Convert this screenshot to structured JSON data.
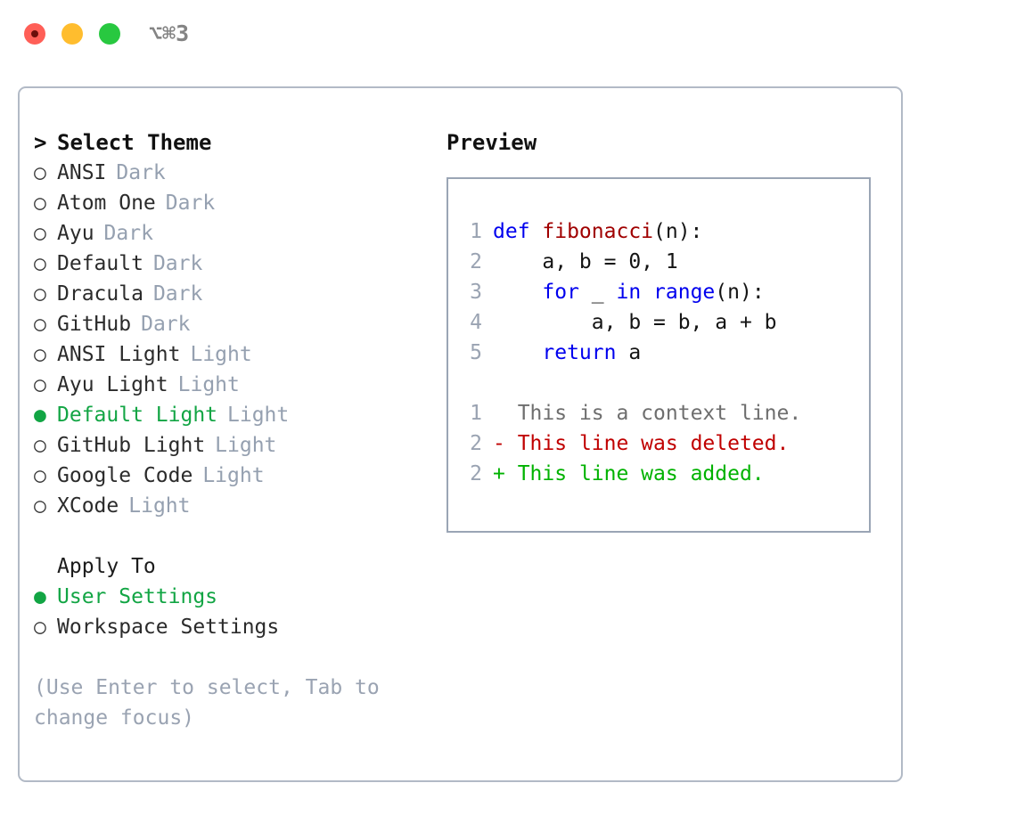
{
  "window": {
    "controls": [
      {
        "name": "close",
        "color": "#ff5f57"
      },
      {
        "name": "minimize",
        "color": "#ffbd2e"
      },
      {
        "name": "zoom",
        "color": "#28c840"
      }
    ],
    "shortcut": "⌥⌘3"
  },
  "theme_picker": {
    "caret": ">",
    "title": "Select Theme",
    "bullet_unselected": "○",
    "bullet_selected": "●",
    "items": [
      {
        "name": "ANSI",
        "variant": "Dark",
        "selected": false
      },
      {
        "name": "Atom One",
        "variant": "Dark",
        "selected": false
      },
      {
        "name": "Ayu",
        "variant": "Dark",
        "selected": false
      },
      {
        "name": "Default",
        "variant": "Dark",
        "selected": false
      },
      {
        "name": "Dracula",
        "variant": "Dark",
        "selected": false
      },
      {
        "name": "GitHub",
        "variant": "Dark",
        "selected": false
      },
      {
        "name": "ANSI Light",
        "variant": "Light",
        "selected": false
      },
      {
        "name": "Ayu Light",
        "variant": "Light",
        "selected": false
      },
      {
        "name": "Default Light",
        "variant": "Light",
        "selected": true
      },
      {
        "name": "GitHub Light",
        "variant": "Light",
        "selected": false
      },
      {
        "name": "Google Code",
        "variant": "Light",
        "selected": false
      },
      {
        "name": "XCode",
        "variant": "Light",
        "selected": false
      }
    ]
  },
  "apply_to": {
    "label": "Apply To",
    "items": [
      {
        "name": "User Settings",
        "selected": true
      },
      {
        "name": "Workspace Settings",
        "selected": false
      }
    ]
  },
  "hint": "(Use Enter to select, Tab to change focus)",
  "preview": {
    "title": "Preview",
    "code_lines": [
      {
        "number": "1",
        "tokens": [
          {
            "text": "def ",
            "type": "keyword"
          },
          {
            "text": "fibonacci",
            "type": "function"
          },
          {
            "text": "(n):",
            "type": "plain"
          }
        ]
      },
      {
        "number": "2",
        "tokens": [
          {
            "text": "    a, b = 0, 1",
            "type": "plain"
          }
        ]
      },
      {
        "number": "3",
        "tokens": [
          {
            "text": "    ",
            "type": "plain"
          },
          {
            "text": "for",
            "type": "keyword"
          },
          {
            "text": " _ ",
            "type": "plain"
          },
          {
            "text": "in",
            "type": "keyword"
          },
          {
            "text": " ",
            "type": "plain"
          },
          {
            "text": "range",
            "type": "keyword"
          },
          {
            "text": "(n):",
            "type": "plain"
          }
        ]
      },
      {
        "number": "4",
        "tokens": [
          {
            "text": "        a, b = b, a + b",
            "type": "plain"
          }
        ]
      },
      {
        "number": "5",
        "tokens": [
          {
            "text": "    ",
            "type": "plain"
          },
          {
            "text": "return",
            "type": "keyword"
          },
          {
            "text": " a",
            "type": "plain"
          }
        ]
      }
    ],
    "diff_lines": [
      {
        "number": "1",
        "marker": " ",
        "text": " This is a context line.",
        "type": "context"
      },
      {
        "number": "2",
        "marker": "-",
        "text": " This line was deleted.",
        "type": "deleted"
      },
      {
        "number": "2",
        "marker": "+",
        "text": " This line was added.",
        "type": "added"
      }
    ]
  },
  "colors": {
    "accent_green": "#12a544",
    "muted": "#95a0b0",
    "keyword": "#0000ee",
    "function": "#a00000",
    "diff_deleted": "#c00000",
    "diff_added": "#00b200",
    "border": "#b2bac6",
    "preview_border": "#9aa5b5"
  }
}
